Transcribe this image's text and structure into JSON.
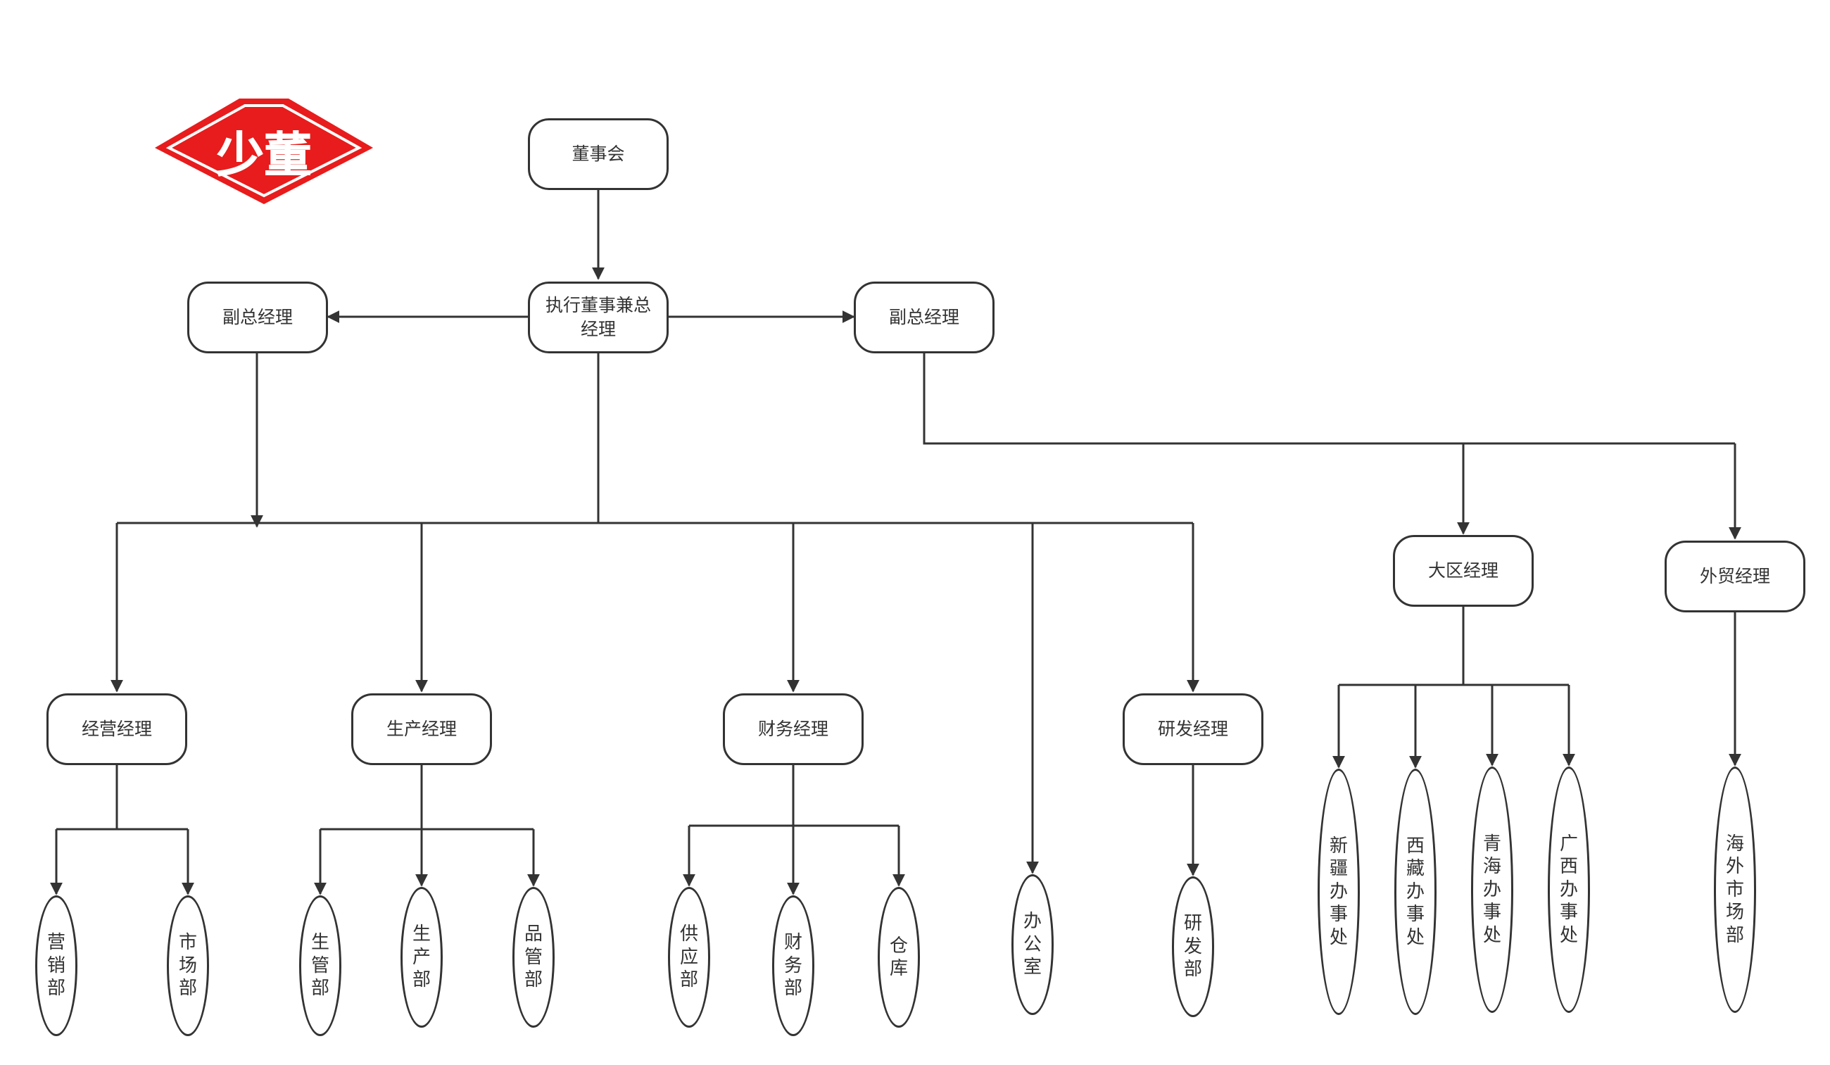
{
  "diagram": {
    "colors": {
      "line": "#333333",
      "node_border": "#333333",
      "text": "#333333",
      "logo": "#e81c1c"
    },
    "logo": {
      "text": "少董"
    },
    "nodes": {
      "board": "董事会",
      "ceo": "执行董事兼总经理",
      "vp_left": "副总经理",
      "vp_right": "副总经理",
      "ops_mgr": "经营经理",
      "prod_mgr": "生产经理",
      "fin_mgr": "财务经理",
      "office": "办公室",
      "rd_mgr": "研发经理",
      "region_mgr": "大区经理",
      "trade_mgr": "外贸经理",
      "sales_dept": "营销部",
      "market_dept": "市场部",
      "prodmgmt_dept": "生管部",
      "production_dept": "生产部",
      "qc_dept": "品管部",
      "supply_dept": "供应部",
      "finance_dept": "财务部",
      "warehouse": "仓库",
      "rd_dept": "研发部",
      "xinjiang_office": "新疆办事处",
      "tibet_office": "西藏办事处",
      "qinghai_office": "青海办事处",
      "guangxi_office": "广西办事处",
      "overseas_dept": "海外市场部"
    }
  }
}
